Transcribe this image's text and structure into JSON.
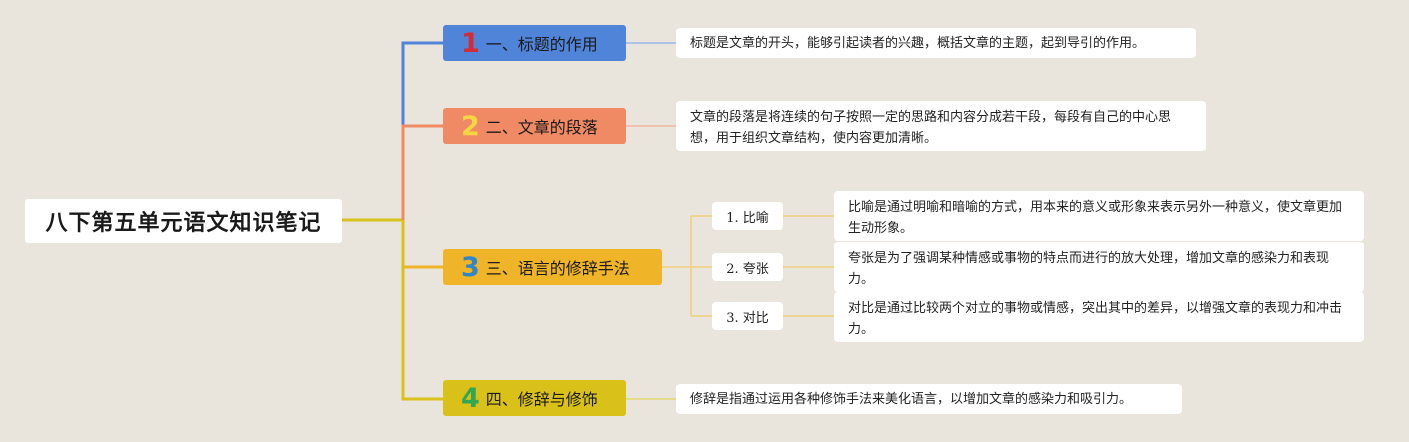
{
  "root": {
    "title": "八下第五单元语文知识笔记"
  },
  "branches": [
    {
      "num": "1",
      "label": "一、标题的作用",
      "color": "#4f84d9",
      "note": "标题是文章的开头，能够引起读者的兴趣，概括文章的主题，起到导引的作用。"
    },
    {
      "num": "2",
      "label": "二、文章的段落",
      "color": "#f08a64",
      "note": "文章的段落是将连续的句子按照一定的思路和内容分成若干段，每段有自己的中心思想，用于组织文章结构，使内容更加清晰。"
    },
    {
      "num": "3",
      "label": "三、语言的修辞手法",
      "color": "#f0b429",
      "children": [
        {
          "label": "1. 比喻",
          "note": "比喻是通过明喻和暗喻的方式，用本来的意义或形象来表示另外一种意义，使文章更加生动形象。"
        },
        {
          "label": "2. 夸张",
          "note": "夸张是为了强调某种情感或事物的特点而进行的放大处理，增加文章的感染力和表现力。"
        },
        {
          "label": "3. 对比",
          "note": "对比是通过比较两个对立的事物或情感，突出其中的差异，以增强文章的表现力和冲击力。"
        }
      ]
    },
    {
      "num": "4",
      "label": "四、修辞与修饰",
      "color": "#d9c11a",
      "note": "修辞是指通过运用各种修饰手法来美化语言，以增加文章的感染力和吸引力。"
    }
  ]
}
